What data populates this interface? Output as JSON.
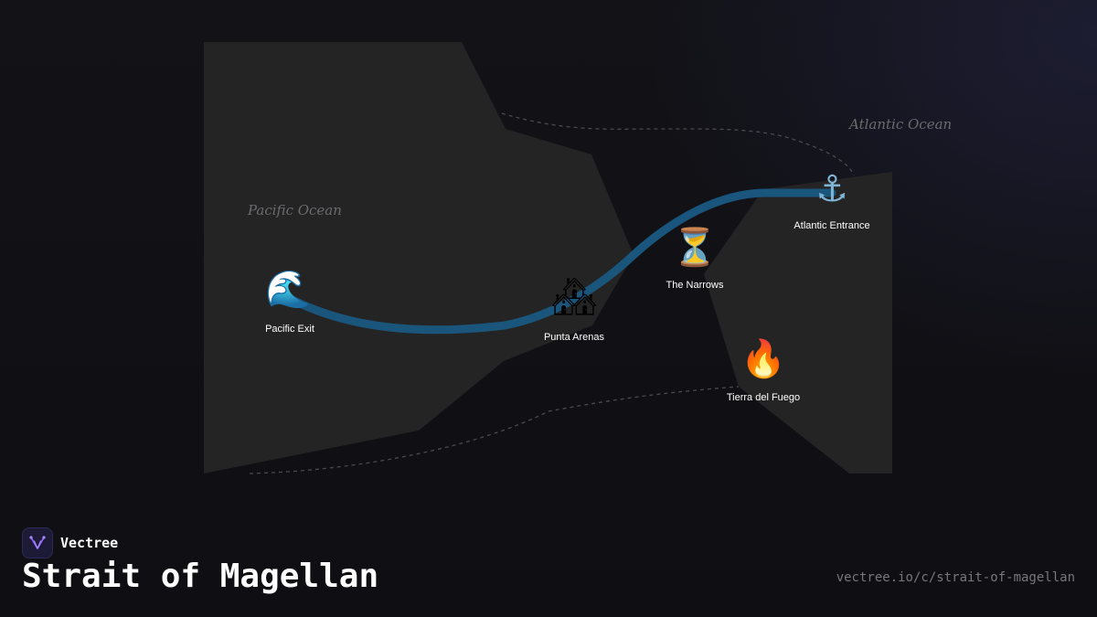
{
  "map": {
    "oceans": [
      {
        "label": "Pacific Ocean"
      },
      {
        "label": "Atlantic Ocean"
      }
    ],
    "markers": [
      {
        "id": "pacific-exit",
        "label": "Pacific Exit",
        "icon": "wave-icon",
        "glyph": "🌊"
      },
      {
        "id": "punta-arenas",
        "label": "Punta Arenas",
        "icon": "houses-icon",
        "glyph": "🏘"
      },
      {
        "id": "the-narrows",
        "label": "The Narrows",
        "icon": "hourglass-icon",
        "glyph": "⏳"
      },
      {
        "id": "atlantic-entrance",
        "label": "Atlantic Entrance",
        "icon": "anchor-icon",
        "glyph": "⚓"
      },
      {
        "id": "tierra-del-fuego",
        "label": "Tierra del Fuego",
        "icon": "fire-icon",
        "glyph": "🔥"
      }
    ],
    "colors": {
      "land": "#242424",
      "route": "#1a5a82",
      "boundary": "#4a4a4e",
      "ocean_label": "#6b6b6f"
    }
  },
  "brand": {
    "name": "Vectree",
    "logo_color": "#8b5cf6"
  },
  "page": {
    "title": "Strait of Magellan",
    "url": "vectree.io/c/strait-of-magellan"
  }
}
